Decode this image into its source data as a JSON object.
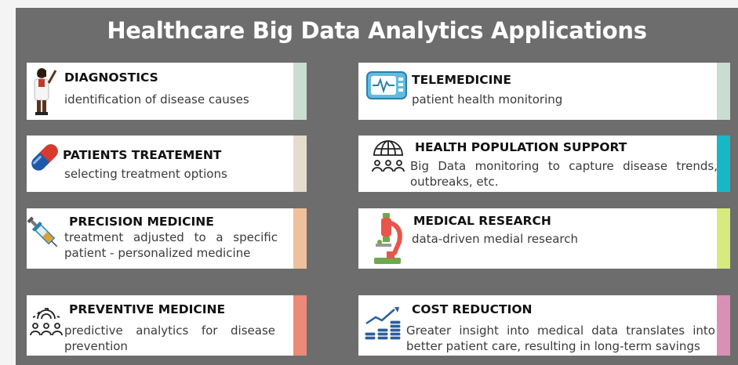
{
  "title": "Healthcare Big Data Analytics Applications",
  "colors": {
    "board": "#6d6d6d",
    "diagnostics": "#c9ddd0",
    "telemedicine": "#c9ddd0",
    "patients": "#e4dccd",
    "population": "#16b8c6",
    "precision": "#f0c09b",
    "research": "#d6ea7d",
    "preventive": "#ec8977",
    "cost": "#d890b6"
  },
  "cards": {
    "diagnostics": {
      "heading": "DIAGNOSTICS",
      "desc": "identification of disease causes",
      "icon": "doctor-icon"
    },
    "telemedicine": {
      "heading": "TELEMEDICINE",
      "desc": "patient health monitoring",
      "icon": "heart-monitor-icon"
    },
    "patients": {
      "heading": "PATIENTS TREATEMENT",
      "desc": "selecting treatment options",
      "icon": "pill-icon"
    },
    "population": {
      "heading": "HEALTH POPULATION SUPPORT",
      "desc_line1": "Big Data monitoring to capture disease trends,",
      "desc_line2": "outbreaks, etc.",
      "icon": "globe-people-icon"
    },
    "precision": {
      "heading": "PRECISION MEDICINE",
      "desc_line1": "treatment adjusted to a specific",
      "desc_line2": "patient - personalized medicine",
      "icon": "syringe-icon"
    },
    "research": {
      "heading": "MEDICAL RESEARCH",
      "desc": "data-driven medial research",
      "icon": "microscope-icon"
    },
    "preventive": {
      "heading": "PREVENTIVE MEDICINE",
      "desc_line1": "predictive analytics for disease",
      "desc_line2": "prevention",
      "icon": "gear-people-icon"
    },
    "cost": {
      "heading": "COST REDUCTION",
      "desc_line1": "Greater insight into medical data translates into",
      "desc_line2": "better patient care, resulting in long-term savings",
      "icon": "coins-growth-icon"
    }
  }
}
